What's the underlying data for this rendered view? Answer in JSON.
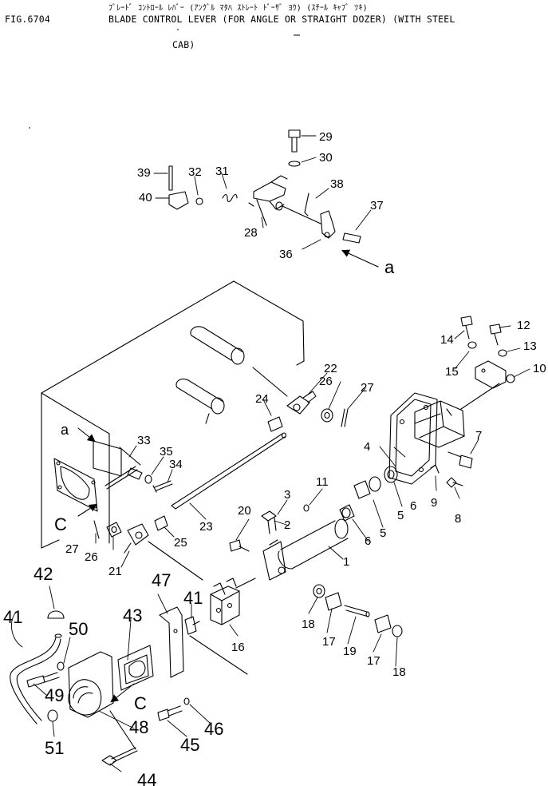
{
  "header": {
    "fig_no": "FIG.6704",
    "title_jp": "ﾌﾞﾚｰﾄﾞ ｺﾝﾄﾛｰﾙ ﾚﾊﾞｰ (ｱﾝｸﾞﾙ ﾏﾀﾊ ｽﾄﾚｰﾄ ﾄﾞｰｻﾞ ﾖｳ) (ｽﾁｰﾙ ｷｬﾌﾞ ﾂｷ)",
    "title_en_line1": "BLADE CONTROL LEVER (FOR ANGLE OR STRAIGHT DOZER) (WITH STEEL",
    "title_en_line2": "CAB)"
  },
  "view_markers": {
    "a": "a",
    "c": "C"
  },
  "callouts": [
    {
      "id": "1",
      "text": "1"
    },
    {
      "id": "2",
      "text": "2"
    },
    {
      "id": "3",
      "text": "3"
    },
    {
      "id": "4",
      "text": "4"
    },
    {
      "id": "5a",
      "text": "5"
    },
    {
      "id": "5b",
      "text": "5"
    },
    {
      "id": "6a",
      "text": "6"
    },
    {
      "id": "6b",
      "text": "6"
    },
    {
      "id": "7",
      "text": "7"
    },
    {
      "id": "8",
      "text": "8"
    },
    {
      "id": "9",
      "text": "9"
    },
    {
      "id": "10",
      "text": "10"
    },
    {
      "id": "11",
      "text": "11"
    },
    {
      "id": "12",
      "text": "12"
    },
    {
      "id": "13",
      "text": "13"
    },
    {
      "id": "14",
      "text": "14"
    },
    {
      "id": "15",
      "text": "15"
    },
    {
      "id": "16",
      "text": "16"
    },
    {
      "id": "17a",
      "text": "17"
    },
    {
      "id": "17b",
      "text": "17"
    },
    {
      "id": "18a",
      "text": "18"
    },
    {
      "id": "18b",
      "text": "18"
    },
    {
      "id": "19",
      "text": "19"
    },
    {
      "id": "20",
      "text": "20"
    },
    {
      "id": "21",
      "text": "21"
    },
    {
      "id": "22",
      "text": "22"
    },
    {
      "id": "23",
      "text": "23"
    },
    {
      "id": "24",
      "text": "24"
    },
    {
      "id": "25",
      "text": "25"
    },
    {
      "id": "26a",
      "text": "26"
    },
    {
      "id": "26b",
      "text": "26"
    },
    {
      "id": "27a",
      "text": "27"
    },
    {
      "id": "27b",
      "text": "27"
    },
    {
      "id": "28",
      "text": "28"
    },
    {
      "id": "29",
      "text": "29"
    },
    {
      "id": "30",
      "text": "30"
    },
    {
      "id": "31",
      "text": "31"
    },
    {
      "id": "32",
      "text": "32"
    },
    {
      "id": "33",
      "text": "33"
    },
    {
      "id": "34",
      "text": "34"
    },
    {
      "id": "35",
      "text": "35"
    },
    {
      "id": "36",
      "text": "36"
    },
    {
      "id": "37",
      "text": "37"
    },
    {
      "id": "38",
      "text": "38"
    },
    {
      "id": "39",
      "text": "39"
    },
    {
      "id": "40",
      "text": "40"
    },
    {
      "id": "41a",
      "text": "41"
    },
    {
      "id": "41b",
      "text": "41"
    },
    {
      "id": "42",
      "text": "42"
    },
    {
      "id": "43",
      "text": "43"
    },
    {
      "id": "44",
      "text": "44"
    },
    {
      "id": "45",
      "text": "45"
    },
    {
      "id": "46",
      "text": "46"
    },
    {
      "id": "47",
      "text": "47"
    },
    {
      "id": "48",
      "text": "48"
    },
    {
      "id": "49",
      "text": "49"
    },
    {
      "id": "50",
      "text": "50"
    },
    {
      "id": "51",
      "text": "51"
    }
  ]
}
